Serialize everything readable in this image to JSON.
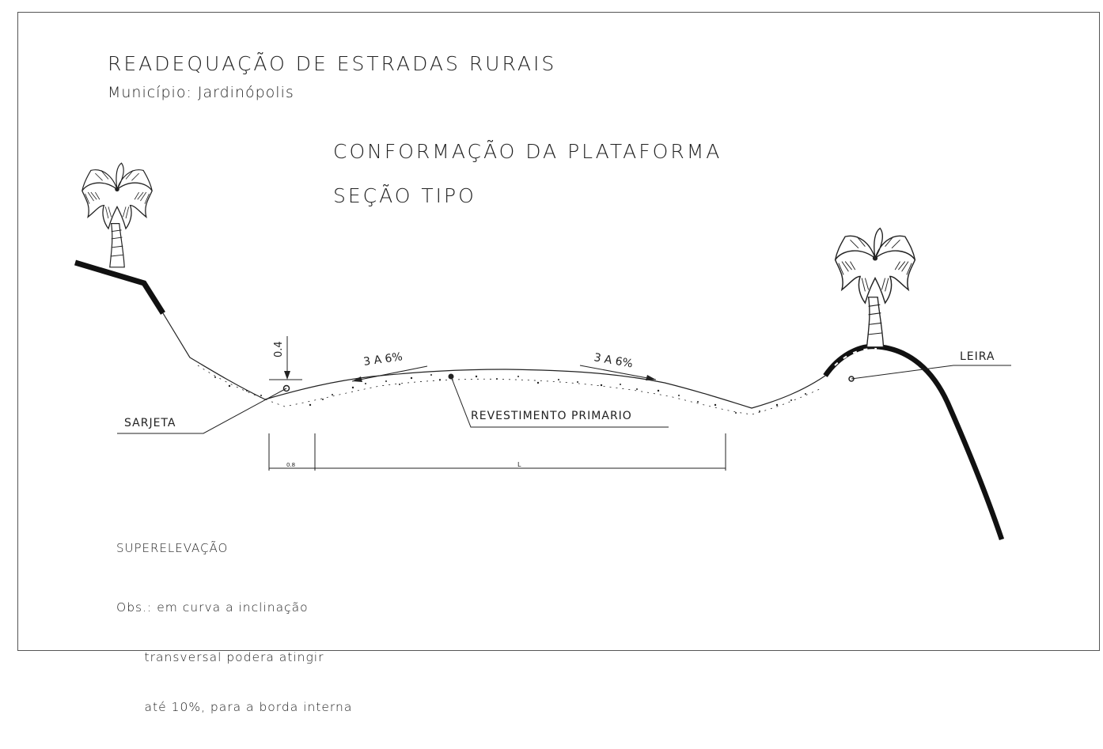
{
  "header": {
    "title": "READEQUAÇÃO DE ESTRADAS RURAIS",
    "subtitle": "Município: Jardinópolis"
  },
  "drawing": {
    "title": "CONFORMAÇÃO DA PLATAFORMA",
    "subtitle": "SEÇÃO TIPO"
  },
  "labels": {
    "left_slope": "3 A 6%",
    "right_slope": "3 A 6%",
    "revestimento": "REVESTIMENTO PRIMARIO",
    "sarjeta": "SARJETA",
    "leira": "LEIRA",
    "depth": "0.4",
    "width_gutter": "0.8",
    "width_road": "L"
  },
  "notes": {
    "heading": "SUPERELEVAÇÃO",
    "line1": "Obs.: em curva a inclinação",
    "line2": "      transversal podera atingir",
    "line3": "      até 10%, para a borda interna"
  },
  "icons": [
    "palm-tree-icon",
    "palm-tree-icon"
  ],
  "colors": {
    "line": "#222222",
    "background": "#ffffff"
  }
}
